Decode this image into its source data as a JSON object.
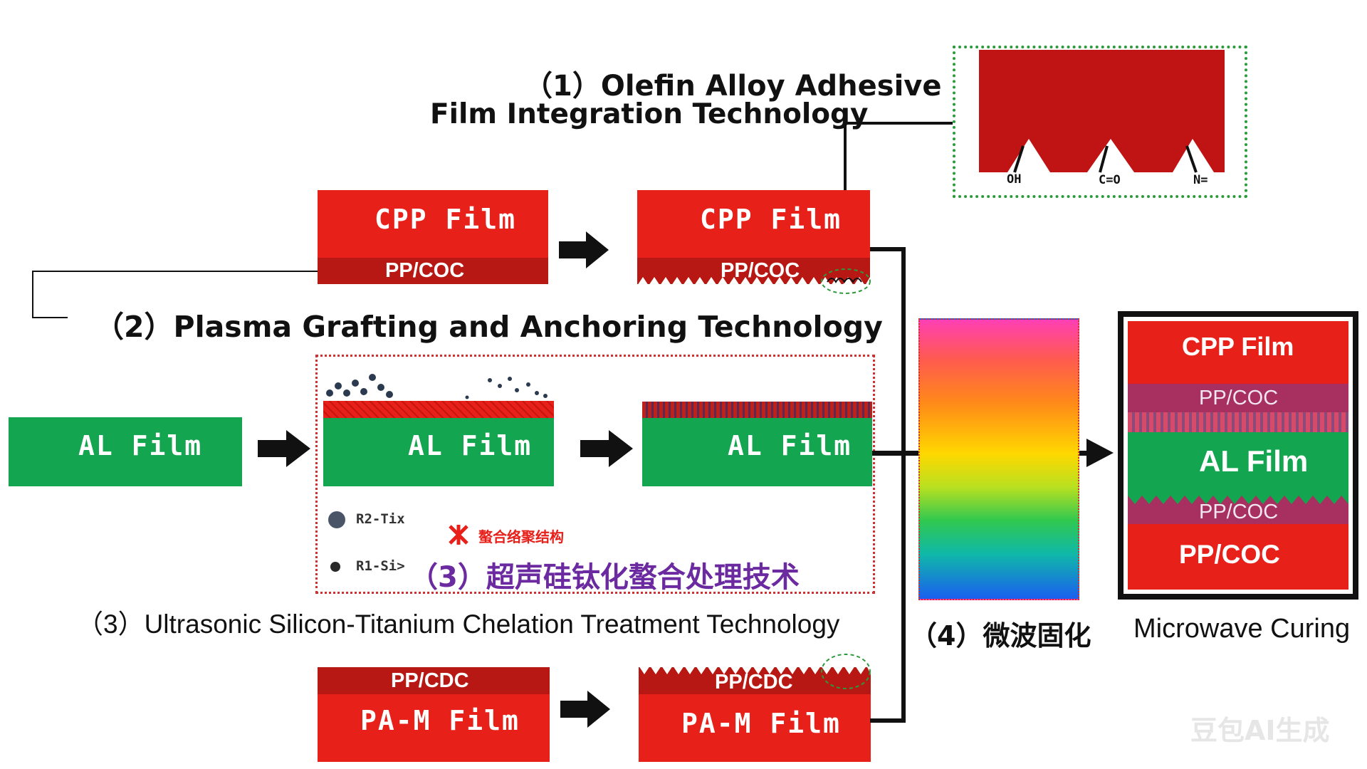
{
  "titles": {
    "olefin_line1": "（1）Olefin Alloy Adhesive",
    "olefin_line2": "Film Integration Technology",
    "plasma": "（2）Plasma Grafting and Anchoring Technology",
    "ultrasonic_cn": "（3）超声硅钛化螯合处理技术",
    "ultrasonic_en": "（3）Ultrasonic Silicon-Titanium Chelation Treatment Technology",
    "microwave_cn": "（4）微波固化",
    "microwave_en": "Microwave Curing"
  },
  "films": {
    "cpp_film": "CPP Film",
    "pp_coc_upper": "PP/COC",
    "al_film": "AL Film",
    "pa_m_film": "PA-M Film",
    "pp_coc_lower": "PP/CDC"
  },
  "inset": {
    "group_oh": "OH",
    "group_co": "C=O",
    "group_n": "N="
  },
  "legend": {
    "r2_tix": "R2-Tix",
    "r1_six": "R1-Si>",
    "chelate_structure": "螯合络聚结构"
  },
  "result_stack": {
    "cpp_film": "CPP Film",
    "pp_coc_top": "PP/COC",
    "al_film": "AL Film",
    "pp_coc_mid": "PP/COC",
    "pp_coc_bottom": "PP/COC"
  },
  "watermark": "豆包AI生成",
  "colors": {
    "film_red": "#e8201a",
    "film_dark_red": "#b81814",
    "film_green": "#14a550",
    "dashed_green": "#2a9a3a",
    "dashed_red": "#d03030",
    "legend_purple": "#6b2aa0"
  }
}
